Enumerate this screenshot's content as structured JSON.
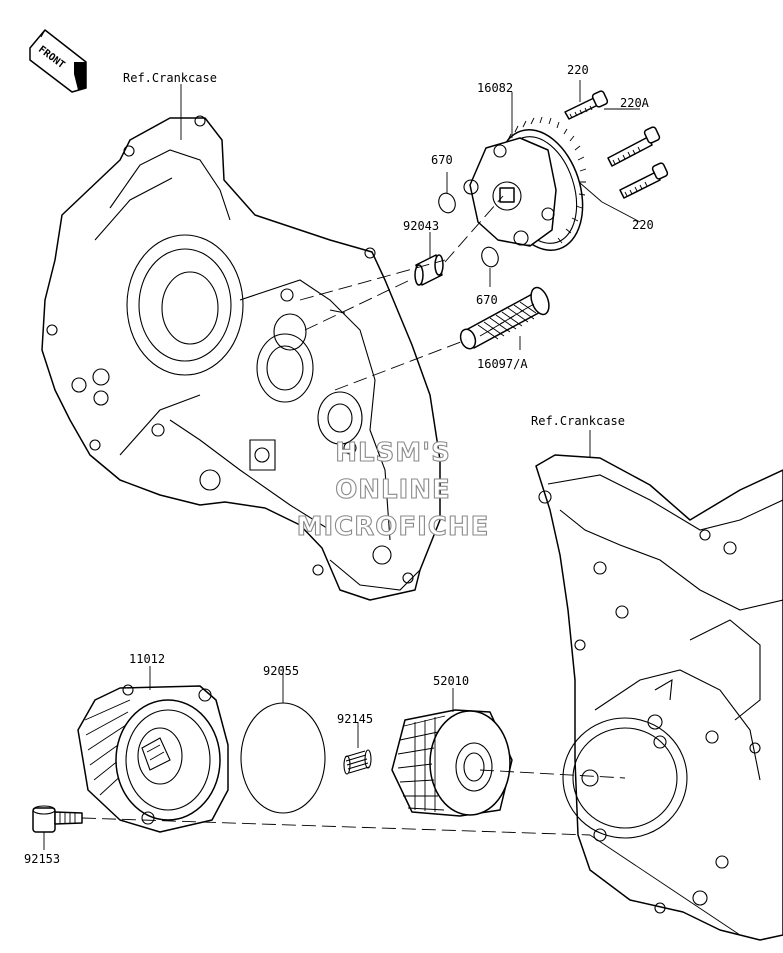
{
  "front_marker": "FRONT",
  "refs": {
    "crankcase_left": "Ref.Crankcase",
    "crankcase_right": "Ref.Crankcase"
  },
  "parts": {
    "bolt_220_top": "220",
    "pump_16082": "16082",
    "bolt_220A": "220A",
    "oring_670_top": "670",
    "bolt_220_bottom": "220",
    "dowel_92043": "92043",
    "oring_670_bottom": "670",
    "screen_16097A": "16097/A",
    "cover_11012": "11012",
    "oring_92055": "92055",
    "filter_52010": "52010",
    "spring_92145": "92145",
    "bolt_92153": "92153"
  },
  "watermark": {
    "line1": "HLSM'S",
    "line2": "ONLINE",
    "line3": "MICROFICHE"
  }
}
